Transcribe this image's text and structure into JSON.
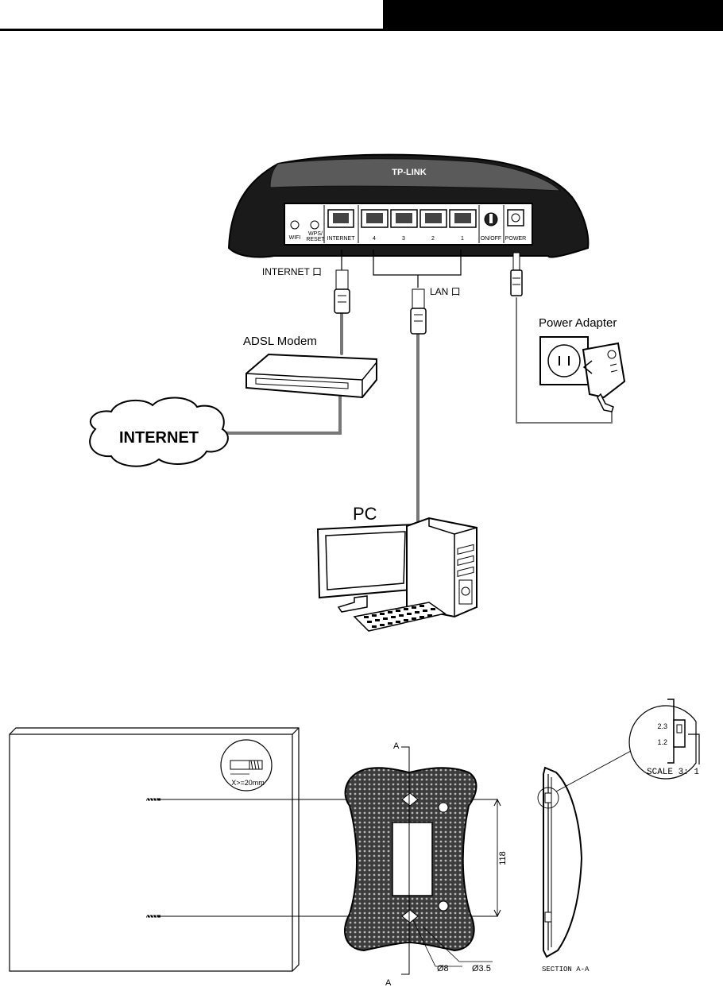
{
  "header": {},
  "router": {
    "brand": "TP-LINK",
    "buttons": {
      "wifi": "WIFI",
      "wps_line1": "WPS/",
      "wps_line2": "RESET"
    },
    "ports": {
      "internet": "INTERNET",
      "lan": [
        "4",
        "3",
        "2",
        "1"
      ],
      "onoff": "ON/OFF",
      "power": "POWER"
    }
  },
  "connections": {
    "internet_port": "INTERNET 口",
    "lan_port": "LAN 口",
    "power_adapter": "Power Adapter",
    "adsl_modem": "ADSL Modem",
    "internet_cloud": "INTERNET",
    "pc": "PC"
  },
  "mounting": {
    "screw_note": "X>=20mm",
    "section_marker": "A",
    "spacing": "118",
    "hole_large": "Ø8",
    "hole_small": "Ø3.5",
    "section_title": "SECTION A-A",
    "detail_dim_1": "2.3",
    "detail_dim_2": "1.2",
    "scale": "SCALE  3: 1"
  }
}
